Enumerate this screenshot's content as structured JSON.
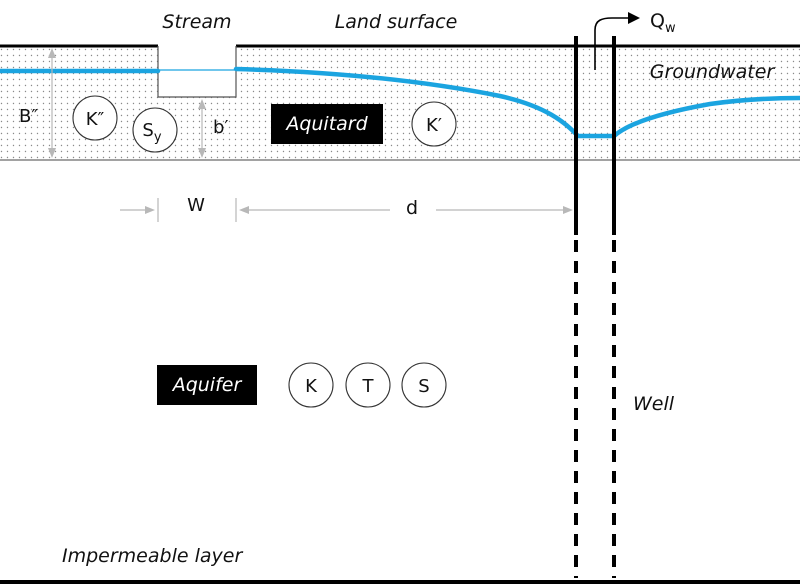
{
  "labels": {
    "stream": "Stream",
    "land_surface": "Land surface",
    "groundwater": "Groundwater",
    "aquitard": "Aquitard",
    "aquifer": "Aquifer",
    "well": "Well",
    "impermeable": "Impermeable layer",
    "discharge_q": "Q",
    "discharge_sub": "w"
  },
  "dimensions": {
    "aquitard_thickness": "B″",
    "streambed_thickness": "b′",
    "stream_width": "W",
    "distance": "d"
  },
  "parameters": {
    "aquitard": [
      "K″",
      "K′"
    ],
    "specific_yield": {
      "main": "S",
      "sub": "y"
    },
    "aquifer": [
      "K",
      "T",
      "S"
    ]
  },
  "colors": {
    "water_table": "#1ba4e0",
    "label_box": "#000000",
    "dimension_arrow": "#b8b8b8",
    "layer_line": "#000000"
  }
}
